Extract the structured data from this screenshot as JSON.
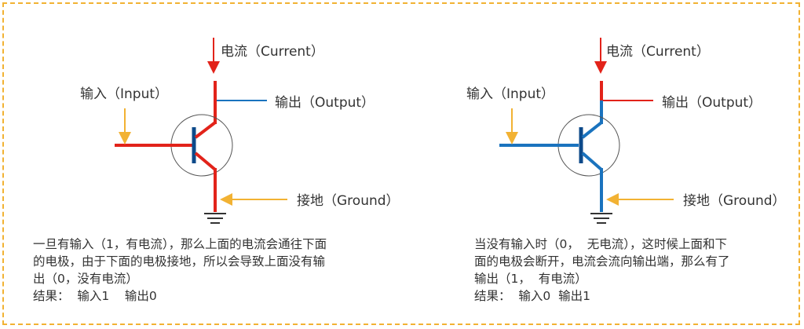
{
  "colors": {
    "on_wire": "#e2231a",
    "off_wire": "#1a73be",
    "pointer_arrow": "#f2b233",
    "transistor_body": "#0d4a8a",
    "border": "#f2b233",
    "text": "#333333"
  },
  "icons": [
    "transistor-symbol",
    "ground-symbol",
    "down-arrow",
    "left-arrow",
    "up-arrow"
  ],
  "left_diagram": {
    "state": "on",
    "current_label": "电流（Current）",
    "input_label": "输入（Input）",
    "output_label": "输出（Output）",
    "ground_label": "接地（Ground）",
    "description": [
      "一旦有输入（1，有电流），那么上面的电流会通往下面",
      "的电极，由于下面的电极接地，所以会导致上面没有输",
      "出（0，没有电流）"
    ],
    "result": "结果：  输入1    输出0"
  },
  "right_diagram": {
    "state": "off",
    "current_label": "电流（Current）",
    "input_label": "输入（Input）",
    "output_label": "输出（Output）",
    "ground_label": "接地（Ground）",
    "description": [
      "当没有输入时（0，  无电流），这时候上面和下",
      "面的电极会断开，电流会流向输出端，那么有了",
      "输出（1，  有电流）"
    ],
    "result": "结果：  输入0  输出1"
  }
}
